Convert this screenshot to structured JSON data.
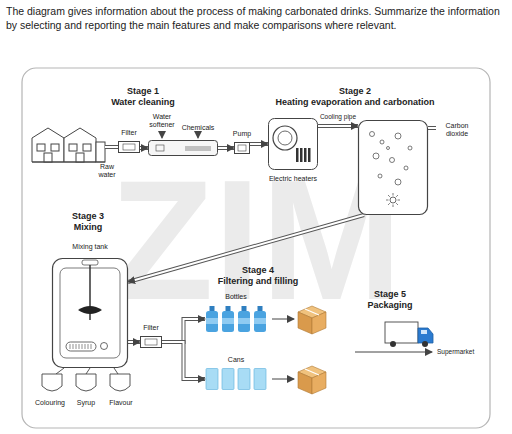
{
  "diagram": {
    "title": "The diagram gives information about the process of making carbonated drinks. Summarize the information by selecting and reporting the main features and make comparisons where relevant.",
    "nodes": [
      {
        "text": [
          "Filter"
        ]
      },
      {
        "text": [
          "Water softener",
          "Chemicals"
        ]
      },
      {
        "text": [
          "Pump"
        ]
      },
      {
        "text": [
          "Electric heaters"
        ]
      },
      {
        "text": [
          "Carbon dioxide"
        ]
      },
      {
        "text": [
          "Mixing tank"
        ]
      },
      {
        "text": [
          "Filter"
        ]
      },
      {
        "text": [
          "Bottles"
        ]
      },
      {
        "text": [
          "Cans"
        ]
      }
    ],
    "edges": [
      {
        "from": 0,
        "to": 1,
        "arrow": "to"
      },
      {
        "from": 1,
        "to": 2,
        "arrow": "to"
      },
      {
        "from": 2,
        "to": 3,
        "arrow": "to"
      },
      {
        "from": 3,
        "to": 4,
        "label": "Cooling pipe",
        "arrow": "to"
      },
      {
        "from": 4,
        "to": 5,
        "arrow": "to"
      },
      {
        "from": 5,
        "to": 6,
        "arrow": "to"
      },
      {
        "from": 6,
        "to": 7,
        "arrow": "to"
      },
      {
        "from": 6,
        "to": 8,
        "arrow": "to"
      }
    ],
    "labels": [
      "Stage 1",
      "Water cleaning",
      "Raw water",
      "Stage 2",
      "Heating evaporation and carbonation",
      "Stage 3",
      "Mixing",
      "Colouring",
      "Syrup",
      "Flavour",
      "Stage 4",
      "Filtering and filling",
      "Stage 5",
      "Packaging",
      "Supermarket",
      "ZIM"
    ]
  }
}
